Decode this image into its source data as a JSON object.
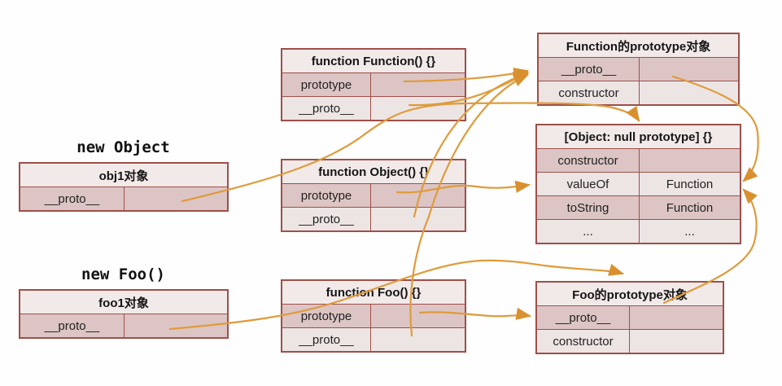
{
  "labels": {
    "new_object": "new Object",
    "new_foo": "new Foo()"
  },
  "tables": {
    "obj1": {
      "title": "obj1对象",
      "rows": [
        {
          "key": "__proto__",
          "value": ""
        }
      ]
    },
    "foo1": {
      "title": "foo1对象",
      "rows": [
        {
          "key": "__proto__",
          "value": ""
        }
      ]
    },
    "function_function": {
      "title": "function Function() {}",
      "rows": [
        {
          "key": "prototype",
          "value": ""
        },
        {
          "key": "__proto__",
          "value": ""
        }
      ]
    },
    "function_object": {
      "title": "function Object() {}",
      "rows": [
        {
          "key": "prototype",
          "value": ""
        },
        {
          "key": "__proto__",
          "value": ""
        }
      ]
    },
    "function_foo": {
      "title": "function Foo() {}",
      "rows": [
        {
          "key": "prototype",
          "value": ""
        },
        {
          "key": "__proto__",
          "value": ""
        }
      ]
    },
    "function_prototype": {
      "title": "Function的prototype对象",
      "rows": [
        {
          "key": "__proto__",
          "value": ""
        },
        {
          "key": "constructor",
          "value": ""
        }
      ]
    },
    "object_null_prototype": {
      "title": "[Object: null prototype] {}",
      "rows": [
        {
          "key": "constructor",
          "value": ""
        },
        {
          "key": "valueOf",
          "value": "Function"
        },
        {
          "key": "toString",
          "value": "Function"
        },
        {
          "key": "...",
          "value": "..."
        }
      ]
    },
    "foo_prototype": {
      "title": "Foo的prototype对象",
      "rows": [
        {
          "key": "__proto__",
          "value": ""
        },
        {
          "key": "constructor",
          "value": ""
        }
      ]
    }
  },
  "arrows": [
    {
      "from": "function_function.prototype",
      "to": "function_prototype"
    },
    {
      "from": "function_function.__proto__",
      "to": "function_prototype"
    },
    {
      "from": "function_object.__proto__",
      "to": "function_prototype"
    },
    {
      "from": "function_foo.__proto__",
      "to": "function_prototype"
    },
    {
      "from": "function_object.prototype",
      "to": "object_null_prototype.valueOf"
    },
    {
      "from": "obj1.__proto__",
      "to": "object_null_prototype"
    },
    {
      "from": "function_prototype.__proto__",
      "to": "object_null_prototype.valueOf"
    },
    {
      "from": "foo_prototype.__proto__",
      "to": "object_null_prototype.valueOf"
    },
    {
      "from": "foo1.__proto__",
      "to": "foo_prototype"
    },
    {
      "from": "function_foo.prototype",
      "to": "foo_prototype.__proto__"
    }
  ],
  "colors": {
    "arrow": "#df9b3c",
    "table_border": "#9e4f4a",
    "header_bg": "#f2eae9",
    "row_dark_bg": "#dcc5c4",
    "row_light_bg": "#ece5e4",
    "background": "#fdfefd",
    "text": "#151515"
  }
}
